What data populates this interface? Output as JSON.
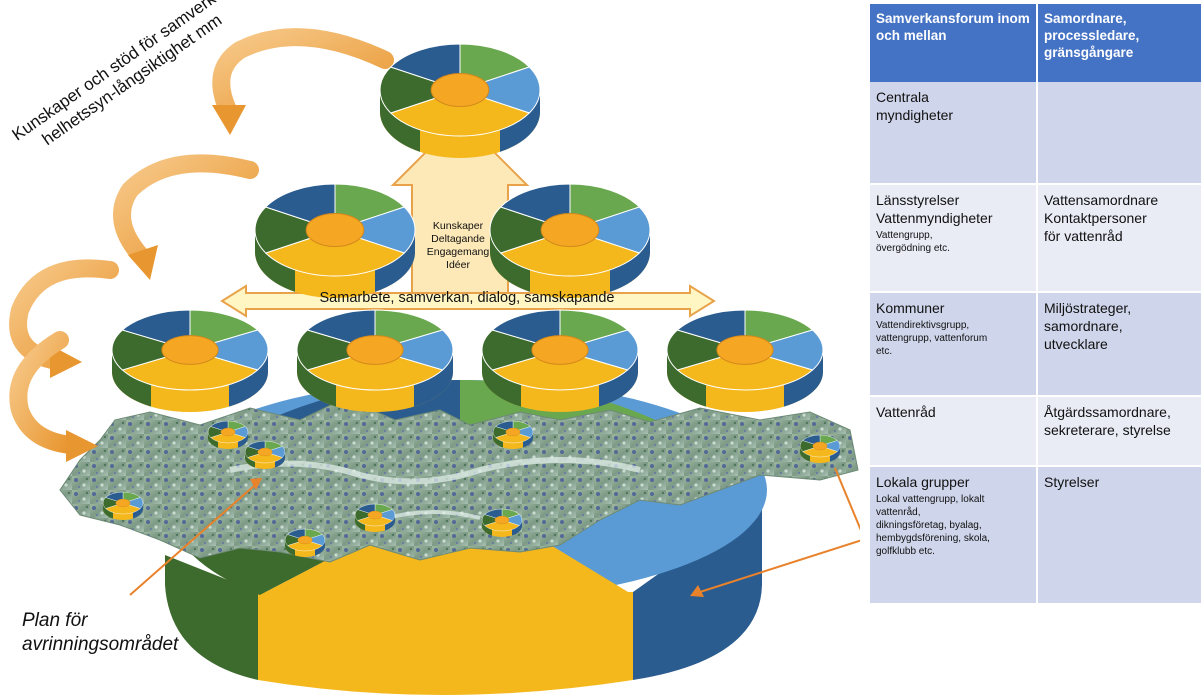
{
  "diagram": {
    "rotated_text": [
      "Kunskaper och stöd för samverkan -",
      "helhetssyn-långsiktighet mm"
    ],
    "center_arrow_text": [
      "Kunskaper",
      "Deltagande",
      "Engagemang",
      "Idéer"
    ],
    "horizontal_arrow_text": "Samarbete, samverkan, dialog, samskapande",
    "plan_text": [
      "Plan för",
      "avrinningsområdet"
    ]
  },
  "table": {
    "headers": [
      "Samverkansforum inom och mellan",
      "Samordnare, processledare, gränsgångare"
    ],
    "rows": [
      {
        "left": {
          "main": [
            "Centrala",
            "myndigheter"
          ],
          "sub": []
        },
        "right": []
      },
      {
        "left": {
          "main": [
            "Länsstyrelser",
            "Vattenmyndigheter"
          ],
          "sub": [
            "Vattengrupp,",
            "övergödning etc."
          ]
        },
        "right": [
          "Vattensamordnare",
          "Kontaktpersoner",
          "för vattenråd"
        ]
      },
      {
        "left": {
          "main": [
            "Kommuner"
          ],
          "sub": [
            "Vattendirektivsgrupp,",
            "vattengrupp, vattenforum",
            "etc."
          ]
        },
        "right": [
          "Miljöstrateger,",
          "samordnare,",
          "utvecklare"
        ]
      },
      {
        "left": {
          "main": [
            "Vattenråd"
          ],
          "sub": []
        },
        "right": [
          "Åtgärdssamordnare,",
          "sekreterare, styrelse"
        ]
      },
      {
        "left": {
          "main": [
            "Lokala grupper"
          ],
          "sub": [
            "Lokal vattengrupp, lokalt",
            "vattenråd,",
            "dikningsföretag, byalag,",
            "hembygdsförening, skola,",
            "golfklubb etc."
          ]
        },
        "right": [
          "Styrelser"
        ]
      }
    ]
  },
  "colors": {
    "header_blue": "#4472c4",
    "row_dark": "#cfd5ea",
    "row_light": "#e9ebf5",
    "pie_dark_blue": "#2a5c8f",
    "pie_green": "#6aa84f",
    "pie_light_blue": "#5b9bd5",
    "pie_yellow": "#f4b81c",
    "pie_dark_green": "#3d6b2d",
    "pie_center": "#f5a623",
    "arrow_orange": "#f0b060",
    "arrow_cream": "#fde9b8"
  }
}
